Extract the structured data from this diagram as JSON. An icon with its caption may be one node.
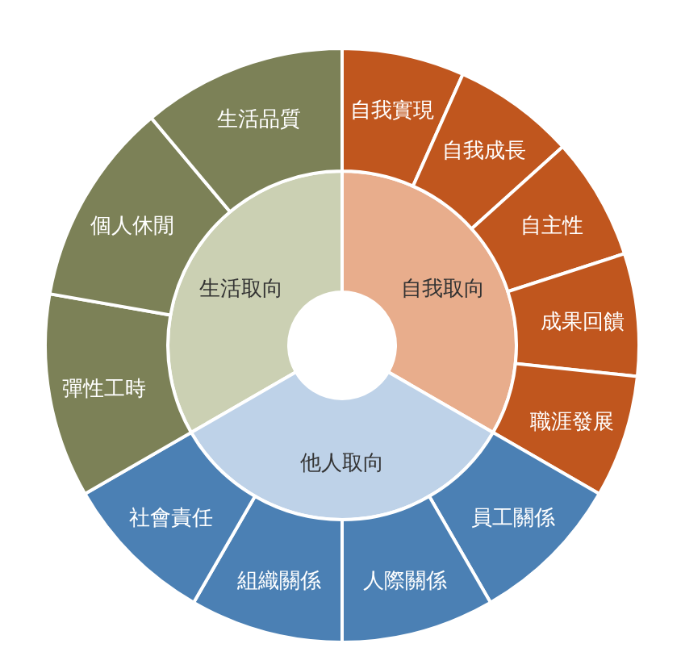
{
  "diagram": {
    "nodes": [
      {
        "text": [
          "生活取向"
        ]
      },
      {
        "text": [
          "自我取向"
        ]
      },
      {
        "text": [
          "他人取向"
        ]
      },
      {
        "text": [
          "自我實現"
        ]
      },
      {
        "text": [
          "自我成長"
        ]
      },
      {
        "text": [
          "自主性"
        ]
      },
      {
        "text": [
          "成果回饋"
        ]
      },
      {
        "text": [
          "職涯發展"
        ]
      },
      {
        "text": [
          "員工關係"
        ]
      },
      {
        "text": [
          "人際關係"
        ]
      },
      {
        "text": [
          "組織關係"
        ]
      },
      {
        "text": [
          "社會責任"
        ]
      },
      {
        "text": [
          "彈性工時"
        ]
      },
      {
        "text": [
          "個人休閒"
        ]
      },
      {
        "text": [
          "生活品質"
        ]
      }
    ]
  }
}
